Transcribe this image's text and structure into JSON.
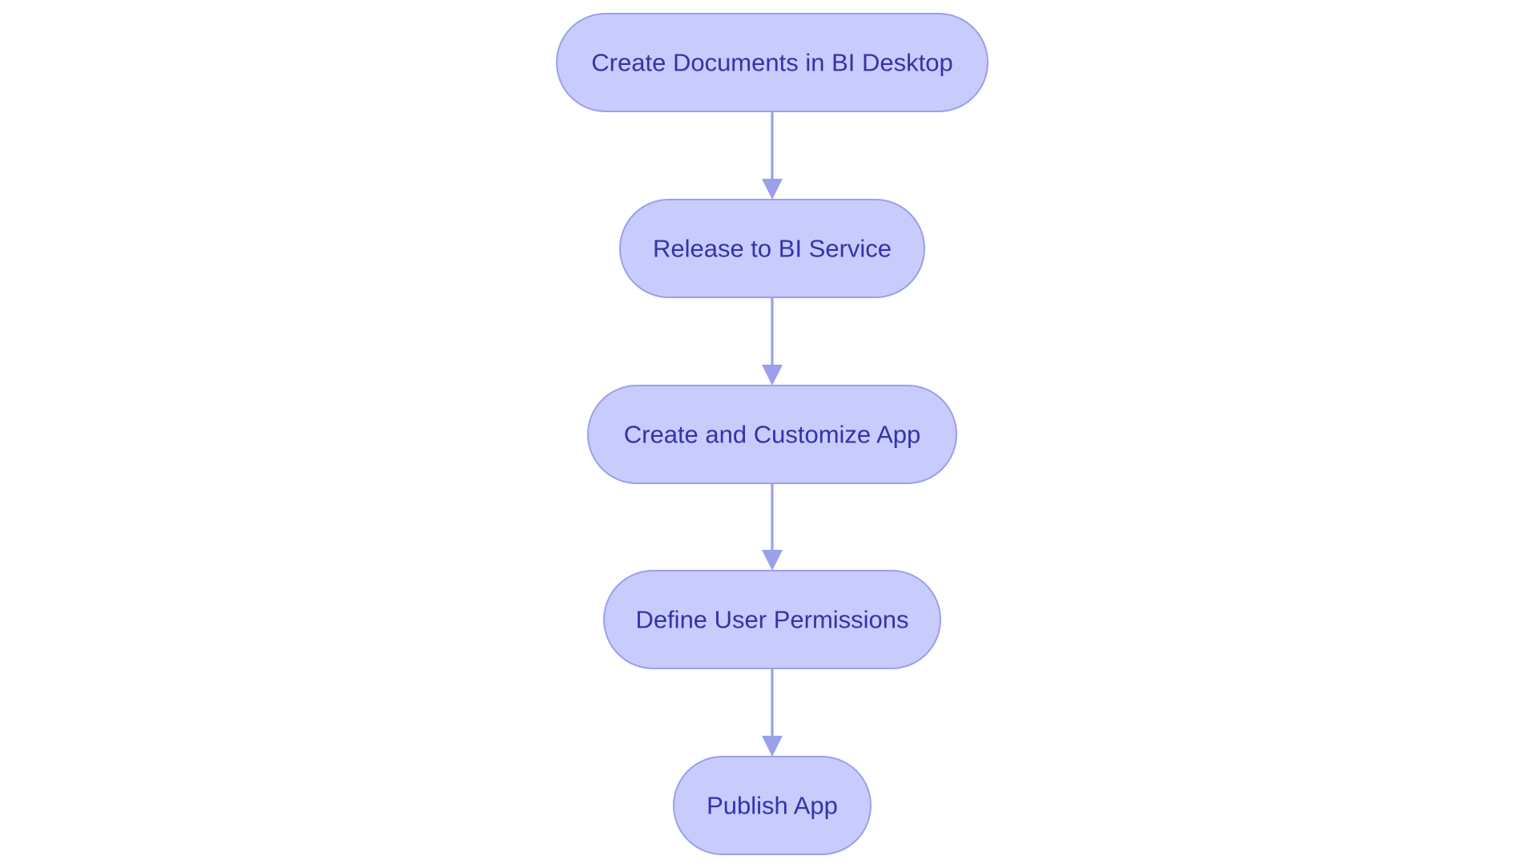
{
  "diagram": {
    "type": "flowchart",
    "direction": "top-down",
    "colors": {
      "background": "#ffffff",
      "node_fill": "#c8ccfd",
      "node_stroke": "#9aa0ea",
      "node_text": "#3333aa",
      "edge": "#9aa0ea"
    },
    "nodes": [
      {
        "id": "create-documents",
        "label": "Create Documents in BI Desktop"
      },
      {
        "id": "release-service",
        "label": "Release to BI Service"
      },
      {
        "id": "create-customize-app",
        "label": "Create and Customize App"
      },
      {
        "id": "define-permissions",
        "label": "Define User Permissions"
      },
      {
        "id": "publish-app",
        "label": "Publish App"
      }
    ],
    "edges": [
      {
        "from": "create-documents",
        "to": "release-service"
      },
      {
        "from": "release-service",
        "to": "create-customize-app"
      },
      {
        "from": "create-customize-app",
        "to": "define-permissions"
      },
      {
        "from": "define-permissions",
        "to": "publish-app"
      }
    ]
  }
}
